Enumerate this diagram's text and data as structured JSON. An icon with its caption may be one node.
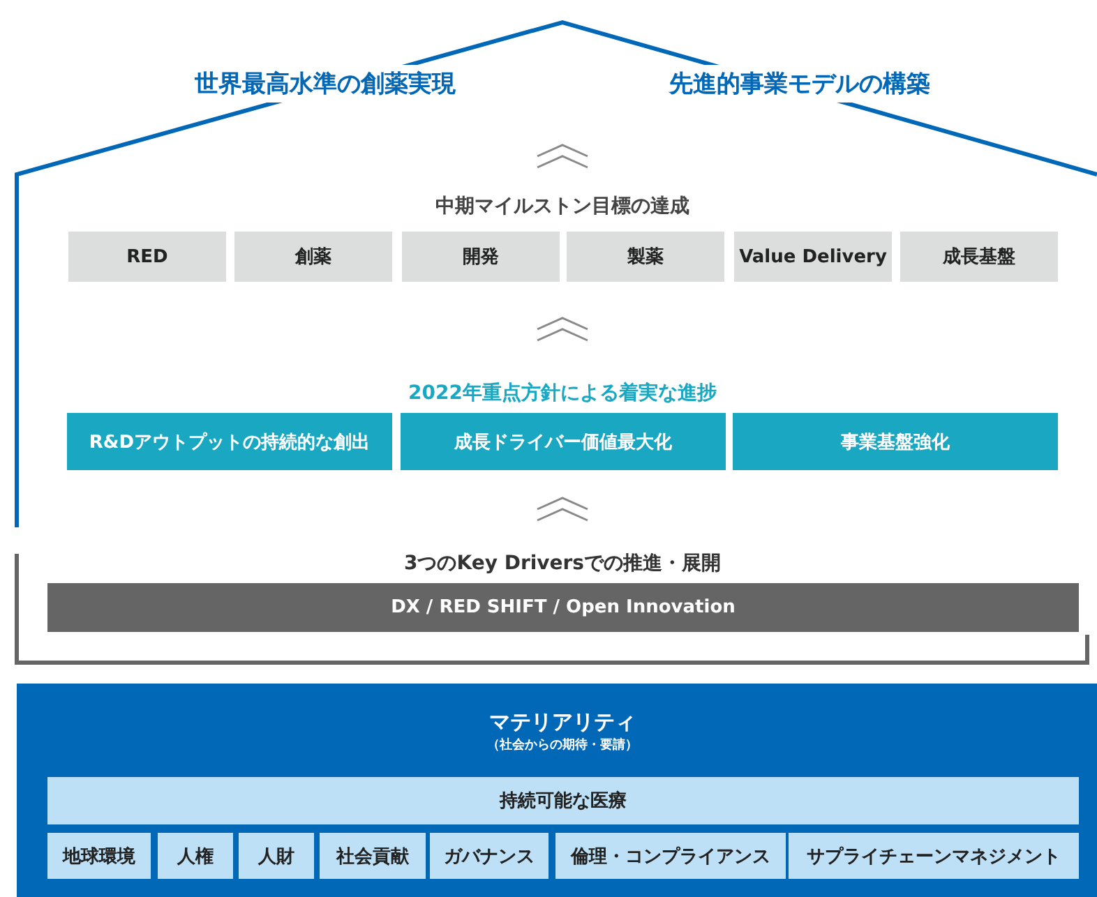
{
  "diagram": {
    "nodes": [
      {
        "text": [
          "世界最高水準の創薬実現",
          "先進的事業モデルの構築"
        ]
      },
      {
        "text": [
          "RED"
        ],
        "in": 0
      },
      {
        "text": [
          "創薬"
        ],
        "in": 0
      },
      {
        "text": [
          "開発"
        ],
        "in": 0
      },
      {
        "text": [
          "製薬"
        ],
        "in": 0
      },
      {
        "text": [
          "Value Delivery"
        ],
        "in": 0
      },
      {
        "text": [
          "成長基盤"
        ],
        "in": 0
      },
      {
        "text": [
          "R&Dアウトプットの持続的な創出"
        ],
        "in": 0
      },
      {
        "text": [
          "成長ドライバー価値最大化"
        ],
        "in": 0
      },
      {
        "text": [
          "事業基盤強化"
        ],
        "in": 0
      },
      {
        "text": [
          "3つのKey Driversでの推進・展開"
        ]
      },
      {
        "text": [
          "DX / RED SHIFT / Open Innovation"
        ],
        "in": 10
      },
      {
        "text": [
          "マテリアリティ",
          "（社会からの期待・要請）"
        ]
      },
      {
        "text": [
          "持続可能な医療"
        ],
        "in": 12
      },
      {
        "text": [
          "地球環境"
        ],
        "in": 12
      },
      {
        "text": [
          "人権"
        ],
        "in": 12
      },
      {
        "text": [
          "人財"
        ],
        "in": 12
      },
      {
        "text": [
          "社会貢献"
        ],
        "in": 12
      },
      {
        "text": [
          "ガバナンス"
        ],
        "in": 12
      },
      {
        "text": [
          "倫理・コンプライアンス"
        ],
        "in": 12
      },
      {
        "text": [
          "サプライチェーンマネジメント"
        ],
        "in": 12
      }
    ],
    "labels": [
      "中期マイルストン目標の達成",
      "2022年重点方針による着実な進捗"
    ]
  }
}
